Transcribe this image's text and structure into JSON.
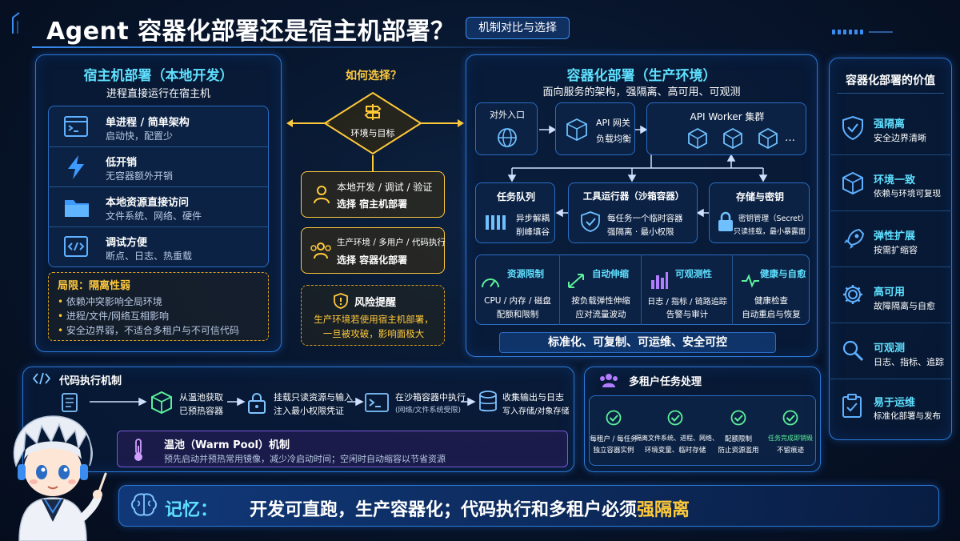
{
  "title": {
    "main": "Agent 容器化部署还是宿主机部署？",
    "badge": "机制对比与选择"
  },
  "host": {
    "title": "宿主机部署（本地开发）",
    "subtitle": "进程直接运行在宿主机",
    "features": [
      {
        "title": "单进程 / 简单架构",
        "desc": "启动快，配置少"
      },
      {
        "title": "低开销",
        "desc": "无容器额外开销"
      },
      {
        "title": "本地资源直接访问",
        "desc": "文件系统、网络、硬件"
      },
      {
        "title": "调试方便",
        "desc": "断点、日志、热重载"
      }
    ],
    "limit": {
      "title": "局限：隔离性弱",
      "items": [
        "依赖冲突影响全局环境",
        "进程/文件/网络互相影响",
        "安全边界弱，不适合多租户与不可信代码"
      ]
    }
  },
  "choose": {
    "question": "如何选择？",
    "diamond": "环境与目标",
    "opt1": {
      "line1": "本地开发 / 调试 / 验证",
      "line2": "选择 宿主机部署"
    },
    "opt2": {
      "line1": "生产环境 / 多用户 / 代码执行",
      "line2": "选择 容器化部署"
    },
    "warn": {
      "title": "风险提醒",
      "line1": "生产环境若使用宿主机部署，",
      "line2": "一旦被攻破，影响面极大"
    }
  },
  "container": {
    "title": "容器化部署（生产环境）",
    "subtitle": "面向服务的架构，强隔离、高可用、可观测",
    "entry": "对外入口",
    "gateway": {
      "line1": "API 网关",
      "line2": "负载均衡"
    },
    "cluster": {
      "title": "API Worker 集群",
      "more": "…"
    },
    "queue": {
      "title": "任务队列",
      "line1": "异步解耦",
      "line2": "削峰填谷"
    },
    "runner": {
      "title": "工具运行器（沙箱容器）",
      "line1": "每任务一个临时容器",
      "line2": "强隔离 · 最小权限"
    },
    "storage": {
      "title": "存储与密钥",
      "line1": "密钥管理（Secret）",
      "line2": "只读挂载，最小暴露面"
    },
    "features": [
      {
        "title": "资源限制",
        "line1": "CPU / 内存 / 磁盘",
        "line2": "配额和限制"
      },
      {
        "title": "自动伸缩",
        "line1": "按负载弹性伸缩",
        "line2": "应对流量波动"
      },
      {
        "title": "可观测性",
        "line1": "日志 / 指标 / 链路追踪",
        "line2": "告警与审计"
      },
      {
        "title": "健康与自愈",
        "line1": "健康检查",
        "line2": "自动重启与恢复"
      }
    ],
    "banner": "标准化、可复制、可运维、安全可控"
  },
  "value": {
    "title": "容器化部署的价值",
    "items": [
      {
        "title": "强隔离",
        "desc": "安全边界清晰"
      },
      {
        "title": "环境一致",
        "desc": "依赖与环境可复现"
      },
      {
        "title": "弹性扩展",
        "desc": "按需扩缩容"
      },
      {
        "title": "高可用",
        "desc": "故障隔离与自愈"
      },
      {
        "title": "可观测",
        "desc": "日志、指标、追踪"
      },
      {
        "title": "易于运维",
        "desc": "标准化部署与发布"
      }
    ]
  },
  "exec": {
    "title": "代码执行机制",
    "steps": [
      {
        "line1": "从温池获取",
        "line2": "已预热容器"
      },
      {
        "line1": "挂载只读资源与输入",
        "line2": "注入最小权限凭证"
      },
      {
        "line1": "在沙箱容器中执行",
        "line2": "(网络/文件系统受限)"
      },
      {
        "line1": "收集输出与日志",
        "line2": "写入存储/对象存储"
      }
    ],
    "warm": {
      "title": "温池（Warm Pool）机制",
      "desc": "预先启动并预热常用镜像，减少冷启动时间；空闲时自动缩容以节省资源"
    }
  },
  "tenant": {
    "title": "多租户任务处理",
    "items": [
      {
        "line1": "每租户 / 每任务",
        "line2": "独立容器实例"
      },
      {
        "line1": "隔离文件系统、进程、网络、",
        "line2": "环境变量、临时存储"
      },
      {
        "line1": "配额限制",
        "line2": "防止资源滥用"
      },
      {
        "line1": "任务完成即销毁",
        "line2": "不留痕迹"
      }
    ]
  },
  "memory": {
    "label": "记忆：",
    "text": "开发可直跑，生产容器化；代码执行和多租户必须",
    "highlight": "强隔离"
  }
}
